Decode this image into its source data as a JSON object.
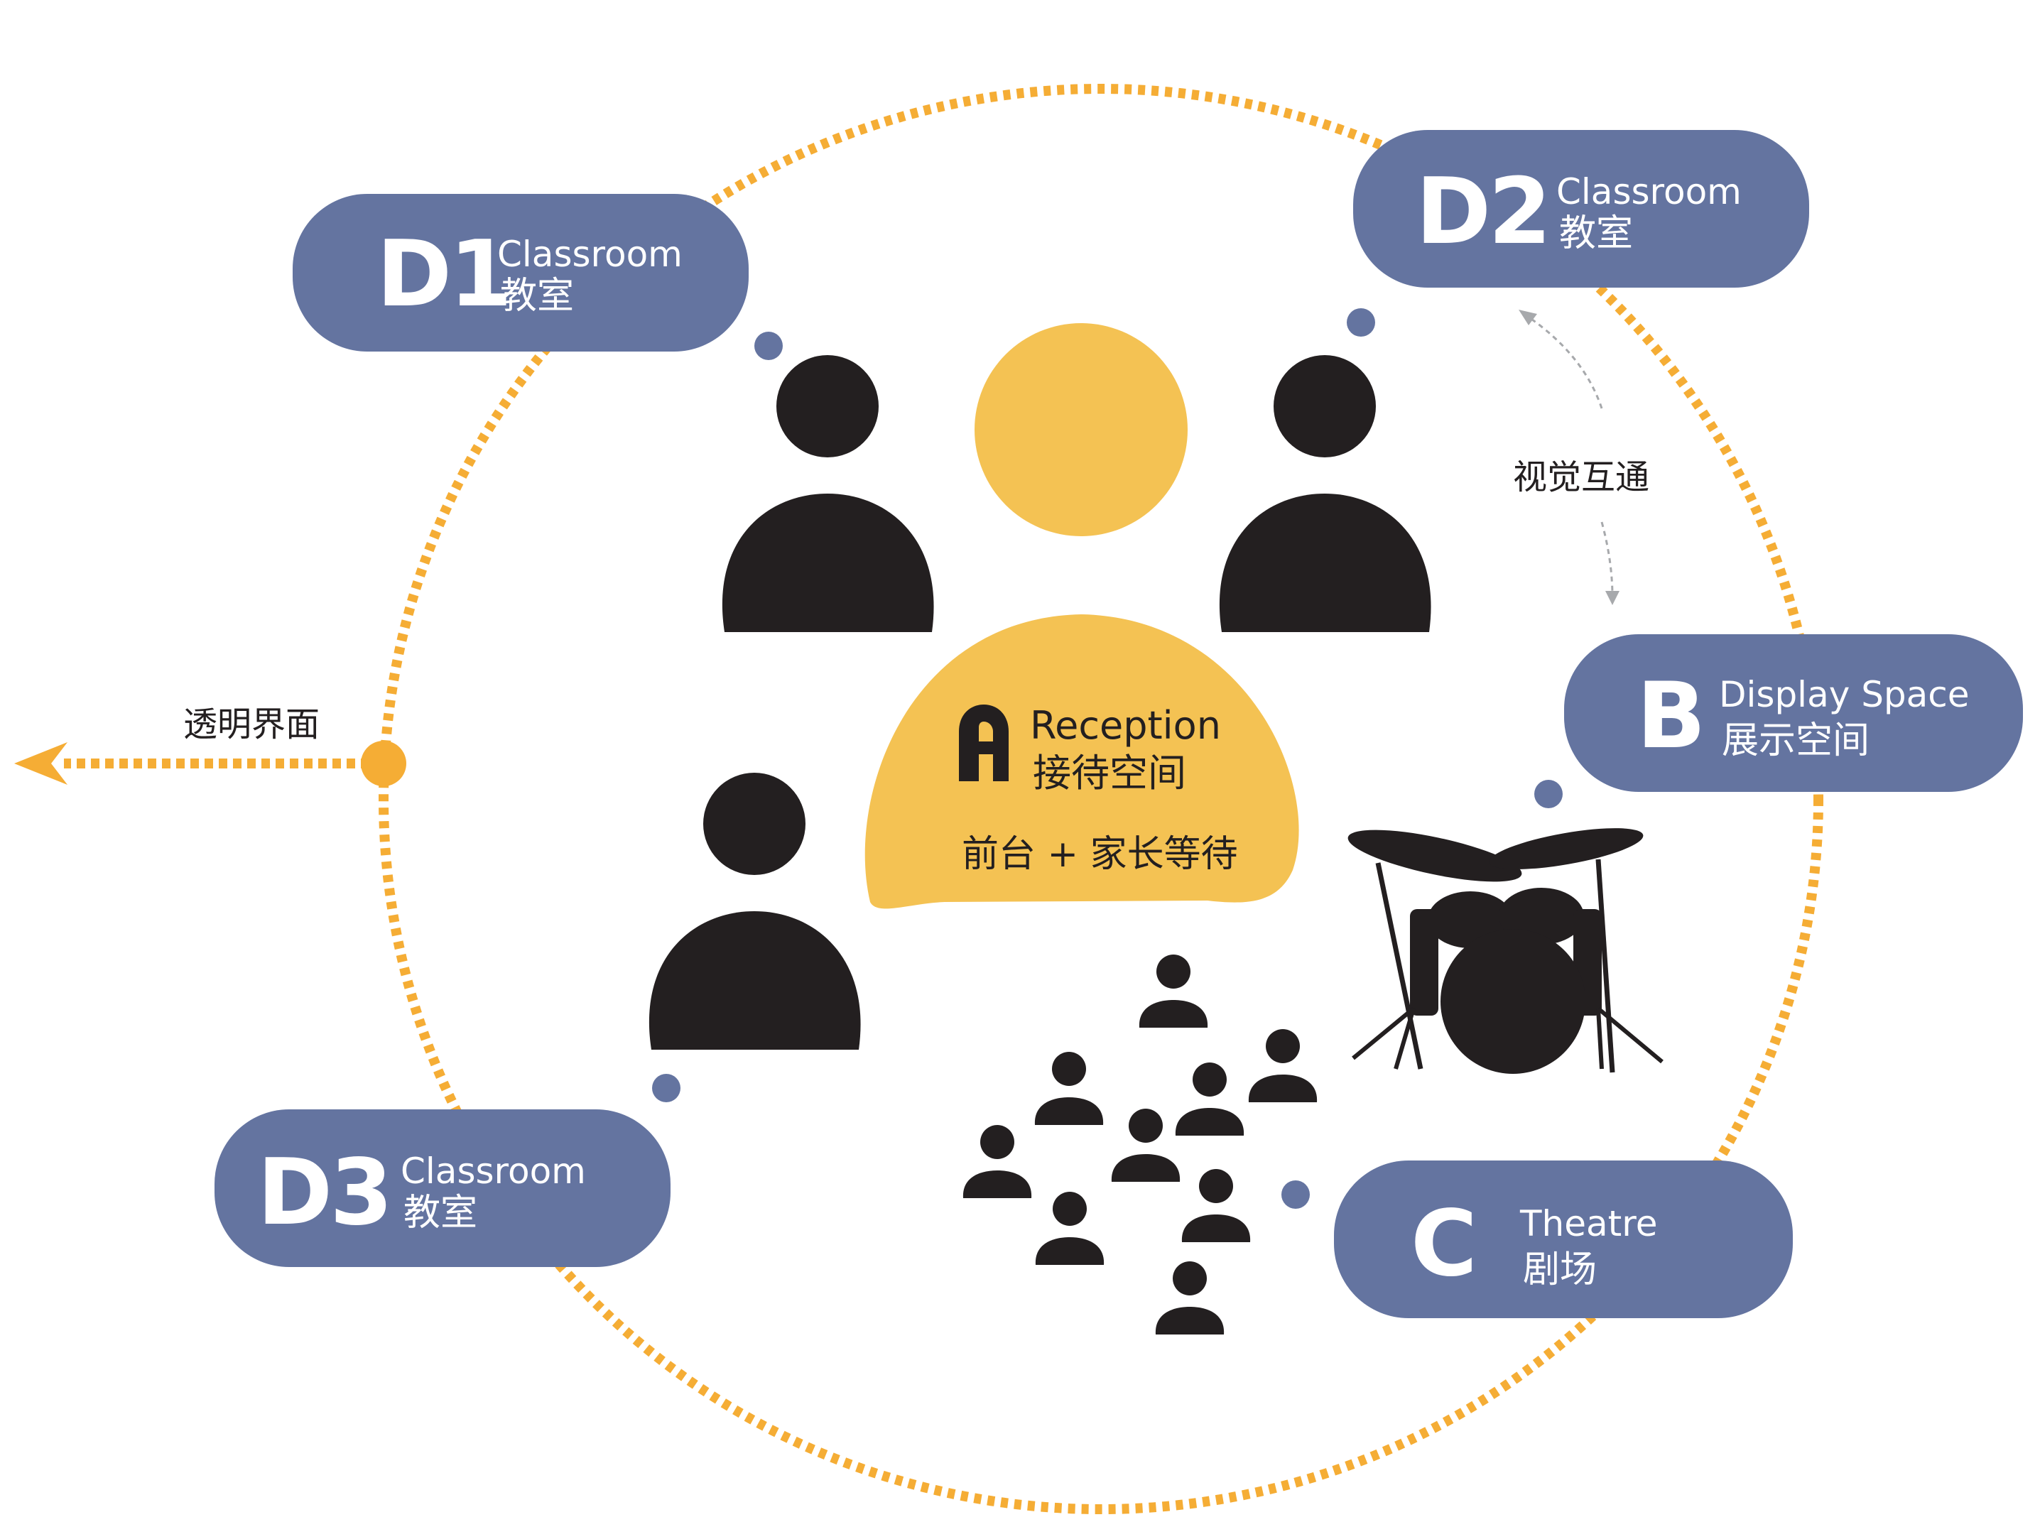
{
  "colors": {
    "accent_orange": "#f5ad35",
    "pill_blue": "#6474a0",
    "reception_yellow": "#f4c253",
    "silhouette": "#231f20"
  },
  "center": {
    "letter": "A",
    "label_en": "Reception",
    "label_cn": "接待空间",
    "subtitle": "前台 + 家长等待"
  },
  "zones": [
    {
      "id": "D1",
      "letter": "D1",
      "label_en": "Classroom",
      "label_cn": "教室"
    },
    {
      "id": "D2",
      "letter": "D2",
      "label_en": "Classroom",
      "label_cn": "教室"
    },
    {
      "id": "D3",
      "letter": "D3",
      "label_en": "Classroom",
      "label_cn": "教室"
    },
    {
      "id": "B",
      "letter": "B",
      "label_en": "Display Space",
      "label_cn": "展示空间"
    },
    {
      "id": "C",
      "letter": "C",
      "label_en": "Theatre",
      "label_cn": "剧场"
    }
  ],
  "annotations": {
    "visual_connection": "视觉互通",
    "transparent_interface": "透明界面"
  },
  "icons": {
    "person": "person-silhouette-icon",
    "audience": "audience-group-icon",
    "drums": "drum-kit-icon",
    "arrow": "arrow-left-icon"
  }
}
